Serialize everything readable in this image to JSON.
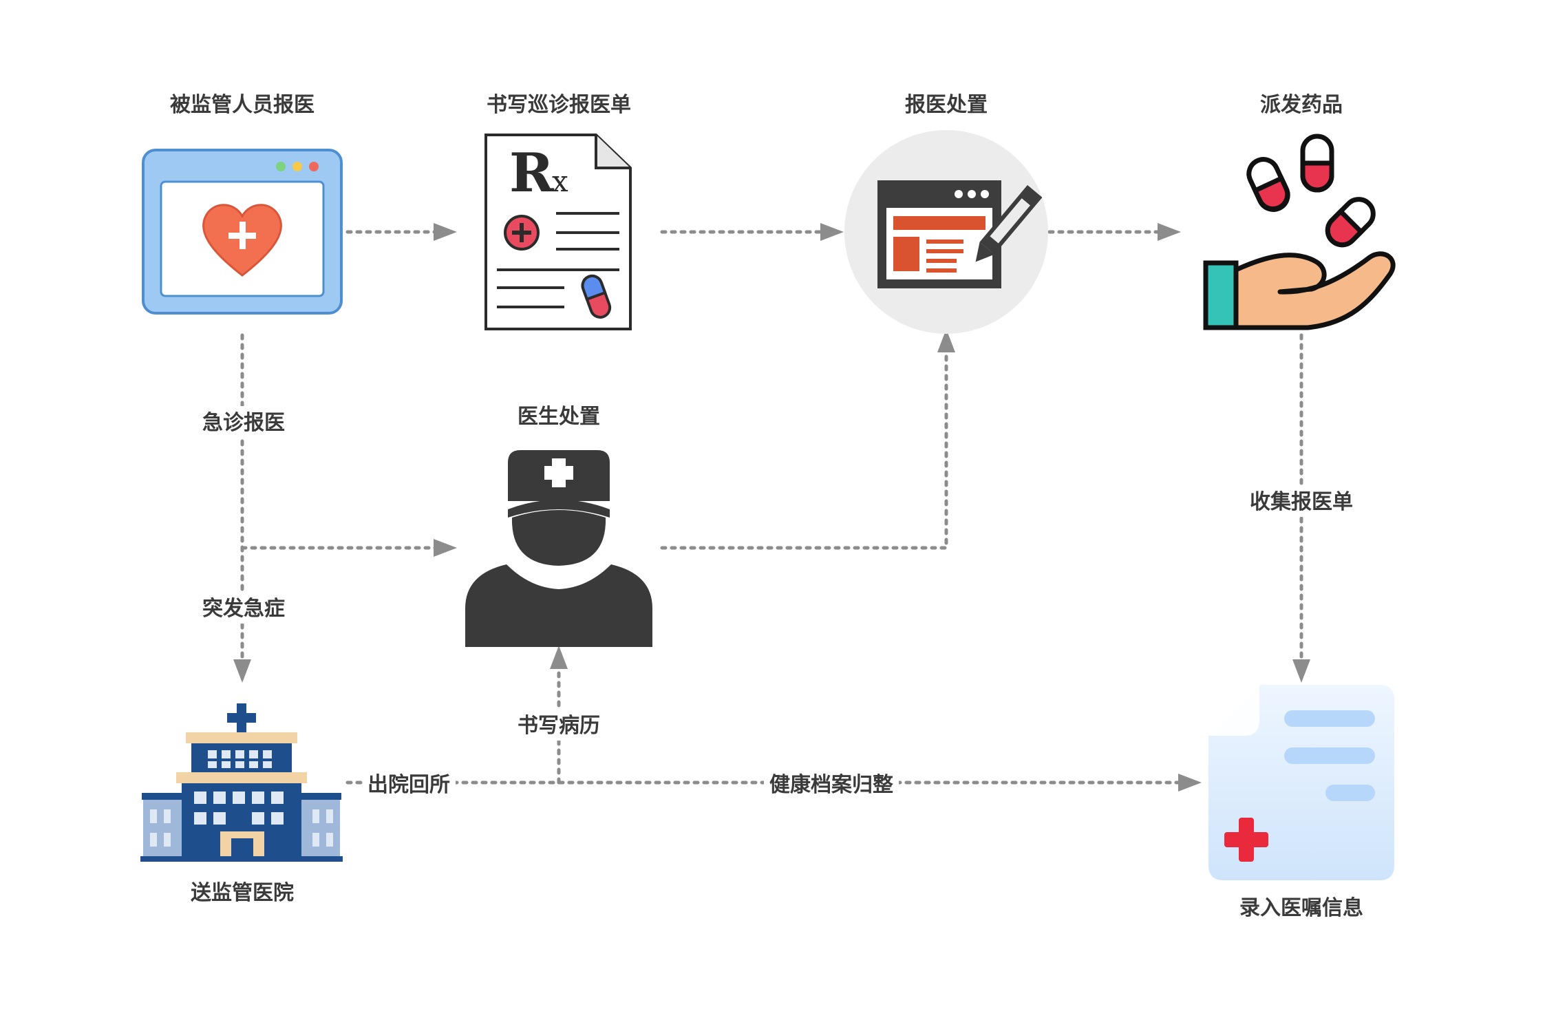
{
  "nodes": {
    "report": {
      "label": "被监管人员报医",
      "icon": "browser-heart-icon"
    },
    "prescription": {
      "label": "书写巡诊报医单",
      "icon": "prescription-icon"
    },
    "handling": {
      "label": "报医处置",
      "icon": "web-form-edit-icon"
    },
    "dispense": {
      "label": "派发药品",
      "icon": "hand-pills-icon"
    },
    "doctor": {
      "label": "医生处置",
      "icon": "doctor-icon"
    },
    "hospital": {
      "label": "送监管医院",
      "icon": "hospital-icon"
    },
    "record": {
      "label": "录入医嘱信息",
      "icon": "medical-record-icon"
    }
  },
  "edges": {
    "emergency_report": "急诊报医",
    "sudden_illness": "突发急症",
    "collect_forms": "收集报医单",
    "write_record": "书写病历",
    "discharge": "出院回所",
    "archive": "健康档案归整"
  },
  "colors": {
    "edge": "#8c8c8c",
    "text": "#3a3a3a",
    "accent_red": "#e8534a",
    "accent_blue": "#1f4e8c",
    "icon_dark": "#3a3a3a"
  }
}
